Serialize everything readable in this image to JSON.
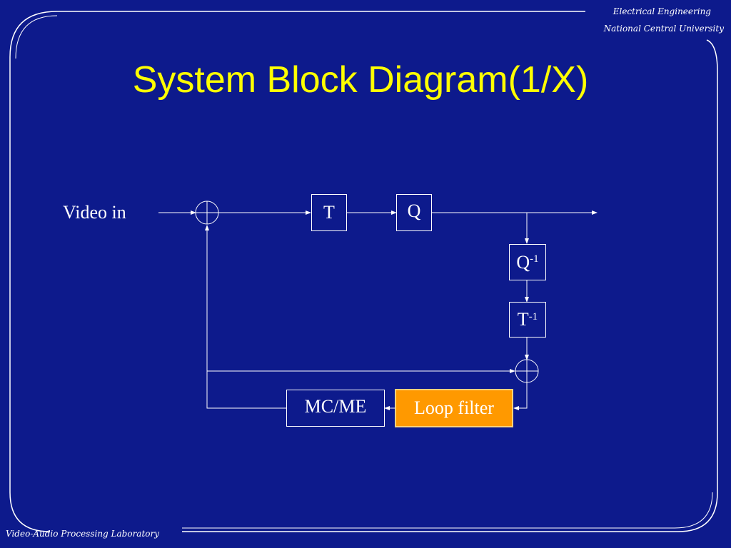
{
  "header": {
    "line1": "Electrical Engineering",
    "line2": "National Central University"
  },
  "footer": "Video-Audio Processing Laboratory",
  "title": "System Block Diagram(1/X)",
  "diagram": {
    "input_label": "Video in",
    "blocks": {
      "t": "T",
      "q": "Q",
      "q_inv": "Q",
      "q_inv_sup": "-1",
      "t_inv": "T",
      "t_inv_sup": "-1",
      "mcme": "MC/ME",
      "loop_filter": "Loop filter"
    }
  },
  "colors": {
    "background": "#0d1a8c",
    "title": "#ffff00",
    "text": "#ffffff",
    "loop_filter_fill": "#ff9900"
  }
}
